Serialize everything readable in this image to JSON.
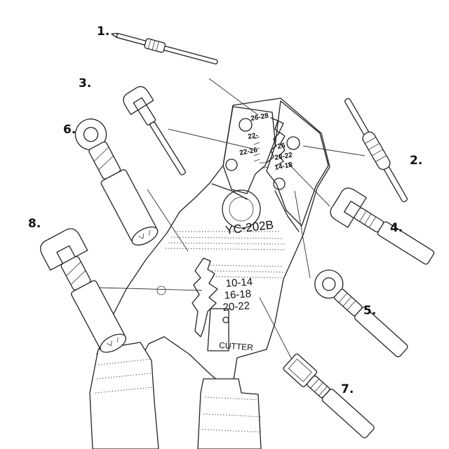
{
  "tool": {
    "model": "YC-202B",
    "cutter_label": "CUTTER",
    "die_labels": [
      "26-28",
      "22-",
      "26",
      "22-26",
      "20-22",
      "14-18"
    ],
    "gauge_labels": [
      "10-14",
      "16-18",
      "20-22"
    ]
  },
  "callouts": [
    "1.",
    "2.",
    "3.",
    "4.",
    "5.",
    "6.",
    "7.",
    "8."
  ]
}
